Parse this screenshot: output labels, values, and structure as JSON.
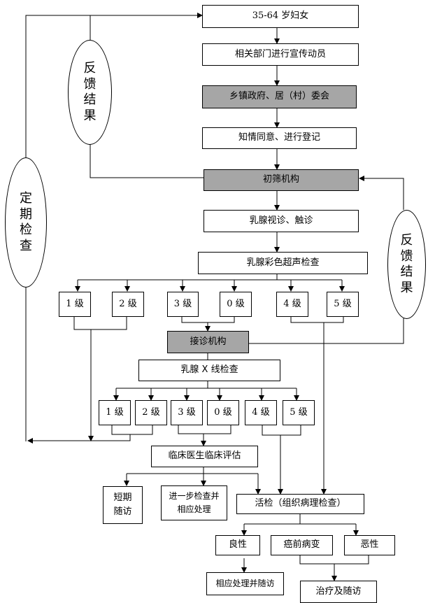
{
  "flow": {
    "women": "35-64 岁妇女",
    "publicity": "相关部门进行宣传动员",
    "township": "乡镇政府、居（村）委会",
    "consent": "知情同意、进行登记",
    "screening_org": "初筛机构",
    "visual_palpation": "乳腺视诊、触诊",
    "ultrasound": "乳腺彩色超声检查",
    "us_grades": [
      "1 级",
      "2 级",
      "3 级",
      "0 级",
      "4 级",
      "5 级"
    ],
    "referral_org": "接诊机构",
    "xray": "乳腺 X 线检查",
    "xray_grades": [
      "1 级",
      "2 级",
      "3 级",
      "0 级",
      "4 级",
      "5 级"
    ],
    "clinical_eval": "临床医生临床评估",
    "short_followup": "短期\n随访",
    "further_exam": "进一步检查并\n相应处理",
    "biopsy": "活检（组织病理检查）",
    "benign": "良性",
    "precancerous": "癌前病变",
    "malignant": "恶性",
    "benign_followup": "相应处理并随访",
    "treatment_followup": "治疗及随访"
  },
  "ovals": {
    "feedback_left": "反馈结果",
    "periodic_check": "定期检查",
    "feedback_right": "反馈结果"
  },
  "colors": {
    "highlight_box": "#a6a6a6",
    "line": "#000000"
  }
}
